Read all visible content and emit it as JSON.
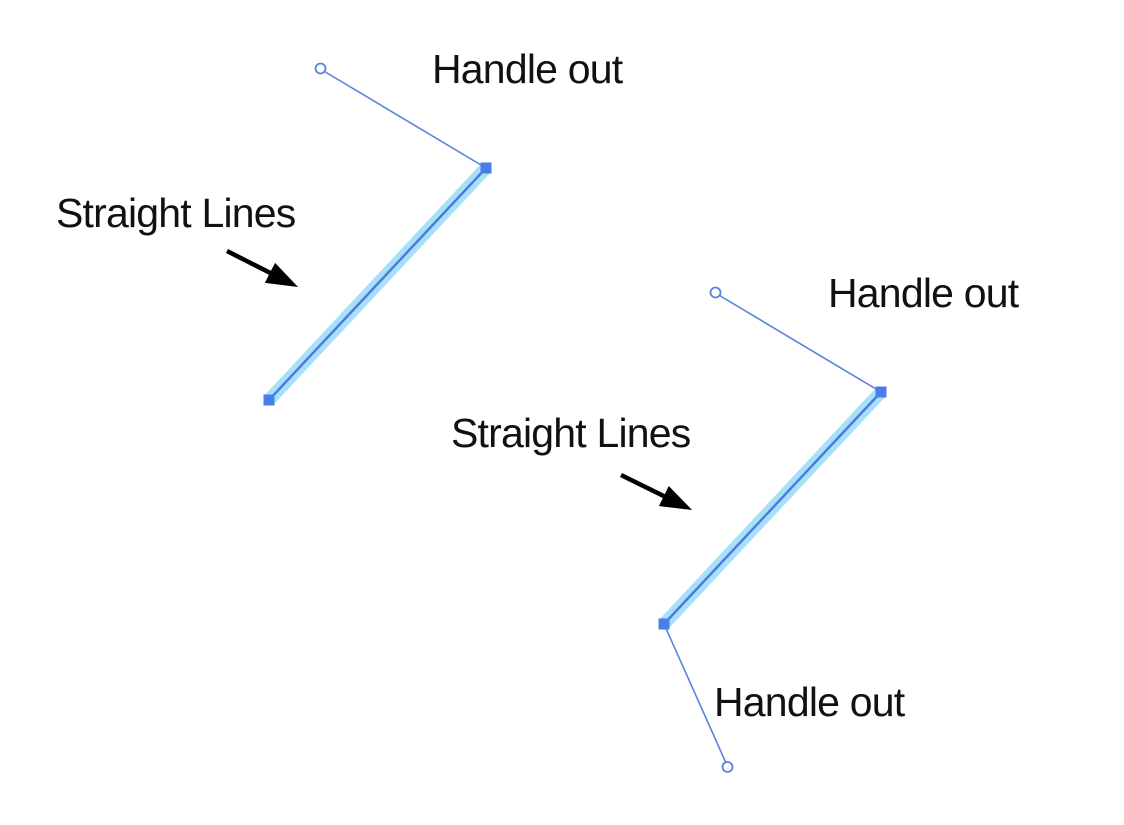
{
  "title": "Straight lines with handle-out pen tool illustration",
  "colors": {
    "background": "#ffffff",
    "path_highlight": "#a7e1f9",
    "path_stroke": "#4e79dc",
    "anchor_fill": "#4a7cea",
    "handle_stroke": "#5b82e0",
    "handle_endpoint_fill": "#ffffff",
    "label_color": "#111111",
    "arrow_color": "#000000"
  },
  "groups": [
    {
      "name": "upper-left-path",
      "straight_lines_label": "Straight Lines",
      "handle_out_label": "Handle out"
    },
    {
      "name": "lower-right-path",
      "straight_lines_label": "Straight Lines",
      "handle_out_top_label": "Handle out",
      "handle_out_bottom_label": "Handle out"
    }
  ]
}
